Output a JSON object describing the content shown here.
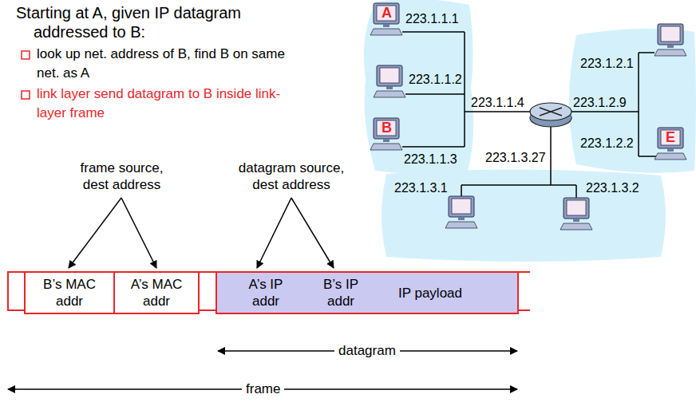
{
  "diagram": {
    "nodes": [
      {
        "text": [
          "B’s MAC addr"
        ]
      },
      {
        "text": [
          "A’s MAC addr"
        ]
      },
      {
        "text": [
          "A’s IP addr",
          "B’s IP addr",
          "IP payload"
        ]
      }
    ],
    "labels": [
      "Starting at A, given IP datagram addressed to B:",
      "look up net. address of B, find B on same net. as A",
      "link layer send datagram to B inside link-layer frame",
      "A",
      "223.1.1.1",
      "223.1.1.2",
      "B",
      "223.1.1.3",
      "223.1.1.4",
      "223.1.2.9",
      "223.1.2.1",
      "223.1.2.2",
      "E",
      "223.1.3.27",
      "223.1.3.1",
      "223.1.3.2",
      "frame source, dest address",
      "datagram source, dest address",
      "datagram",
      "frame"
    ]
  }
}
